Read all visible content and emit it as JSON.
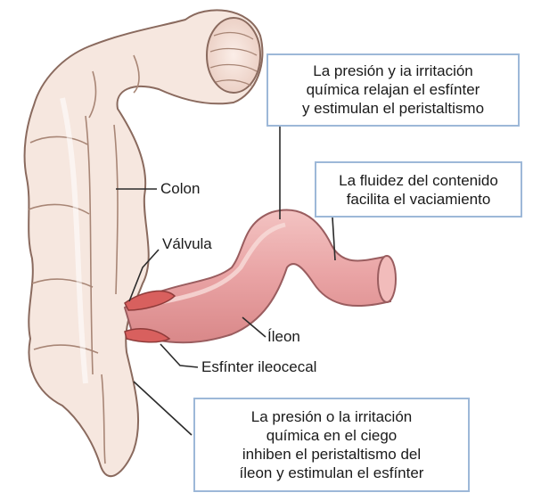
{
  "labels": {
    "colon": "Colon",
    "valve": "Válvula",
    "ileum": "Íleon",
    "sphincter": "Esfínter ileocecal"
  },
  "callouts": {
    "pressure_relax": {
      "lines": [
        "La presión y ia irritación",
        "química relajan el esfínter",
        "y estimulan el peristaltismo"
      ]
    },
    "fluidity": {
      "lines": [
        "La fluidez del contenido",
        "facilita el vaciamiento"
      ]
    },
    "pressure_inhibit": {
      "lines": [
        "La presión o la irritación",
        "química en el ciego",
        "inhiben el peristaltismo del",
        "íleon y estimulan el esfínter"
      ]
    }
  },
  "colors": {
    "colon_fill": "#f6e7df",
    "colon_outline": "#8a6a5e",
    "ileum_fill": "#e9a3a4",
    "ileum_highlight": "#f5cfcd",
    "sphincter": "#d8605e",
    "callout_border": "#9db8d8",
    "leader": "#2b2b2b"
  }
}
